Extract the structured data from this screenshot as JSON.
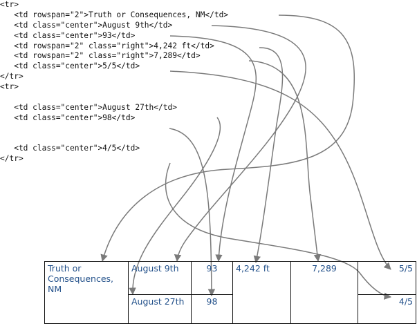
{
  "code_lines": [
    "<tr>",
    "   <td rowspan=\"2\">Truth or Consequences, NM</td>",
    "   <td class=\"center\">August 9th</td>",
    "   <td class=\"center\">93</td>",
    "   <td rowspan=\"2\" class=\"right\">4,242 ft</td>",
    "   <td rowspan=\"2\" class=\"right\">7,289</td>",
    "   <td class=\"center\">5/5</td>",
    "</tr>",
    "<tr>",
    "",
    "   <td class=\"center\">August 27th</td>",
    "   <td class=\"center\">98</td>",
    "",
    "",
    "   <td class=\"center\">4/5</td>",
    "</tr>"
  ],
  "table": {
    "row1": {
      "city": "Truth or Consequences, NM",
      "date": "August 9th",
      "temp": "93",
      "elevation": "4,242 ft",
      "population": "7,289",
      "rating": "5/5"
    },
    "row2": {
      "date": "August 27th",
      "temp": "98",
      "rating": "4/5"
    }
  },
  "colors": {
    "ink": "#111111",
    "arrow": "#7a7a7a",
    "handwriting": "#22508a"
  }
}
